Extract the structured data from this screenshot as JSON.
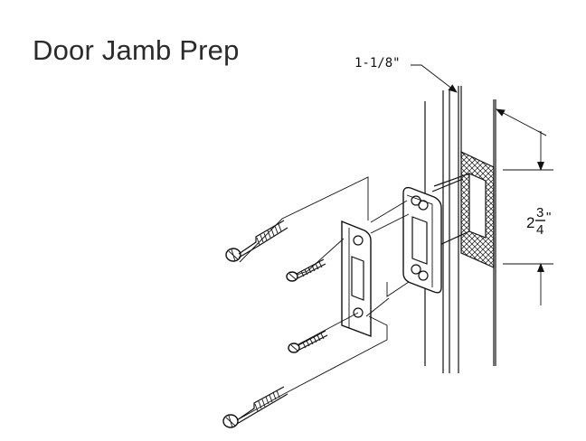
{
  "title": "Door Jamb Prep",
  "dimensions": {
    "jamb_depth": "1-1/8\"",
    "mortise_height_whole": "2",
    "mortise_height_num": "3",
    "mortise_height_den": "4",
    "mortise_height_unit": "\""
  }
}
